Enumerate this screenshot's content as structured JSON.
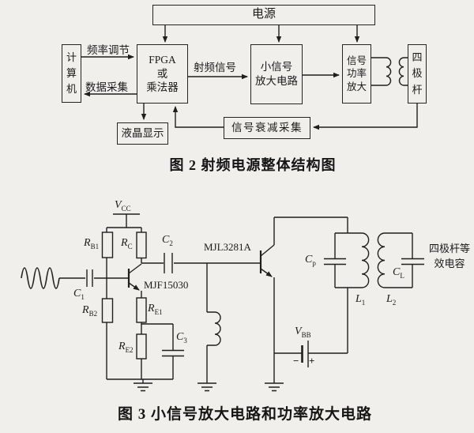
{
  "page": {
    "background_color": "#f1efec",
    "ink_color": "#1f1f1f"
  },
  "fig2": {
    "caption": "图 2  射频电源整体结构图",
    "boxes": {
      "power": {
        "label": "电源"
      },
      "computer": {
        "label": "计算机"
      },
      "fpga": {
        "lines": [
          "FPGA",
          "或",
          "乘法器"
        ]
      },
      "small_signal": {
        "lines": [
          "小信号",
          "放大电路"
        ]
      },
      "power_amp": {
        "lines": [
          "信号",
          "功率",
          "放大"
        ]
      },
      "quadrupole": {
        "label": "四极杆"
      },
      "lcd": {
        "label": "液晶显示"
      },
      "attenuation": {
        "label": "信号衰减采集"
      }
    },
    "edge_labels": {
      "freq": "频率调节",
      "data": "数据采集",
      "rf": "射频信号"
    }
  },
  "fig3": {
    "caption": "图 3  小信号放大电路和功率放大电路",
    "labels": {
      "vcc": {
        "main": "V",
        "sub": "CC"
      },
      "rb1": {
        "main": "R",
        "sub": "B1"
      },
      "rb2": {
        "main": "R",
        "sub": "B2"
      },
      "rc": {
        "main": "R",
        "sub": "C"
      },
      "re1": {
        "main": "R",
        "sub": "E1"
      },
      "re2": {
        "main": "R",
        "sub": "E2"
      },
      "c1": {
        "main": "C",
        "sub": "1"
      },
      "c2": {
        "main": "C",
        "sub": "2"
      },
      "c3": {
        "main": "C",
        "sub": "3"
      },
      "cp": {
        "main": "C",
        "sub": "p"
      },
      "cl": {
        "main": "C",
        "sub": "L"
      },
      "l1": {
        "main": "L",
        "sub": "1"
      },
      "l2": {
        "main": "L",
        "sub": "2"
      },
      "vbb": {
        "main": "V",
        "sub": "BB"
      },
      "q1": "MJF15030",
      "q2": "MJL3281A",
      "quad_cap_line1": "四极杆等",
      "quad_cap_line2": "效电容",
      "minus": "−",
      "plus": "+"
    }
  }
}
